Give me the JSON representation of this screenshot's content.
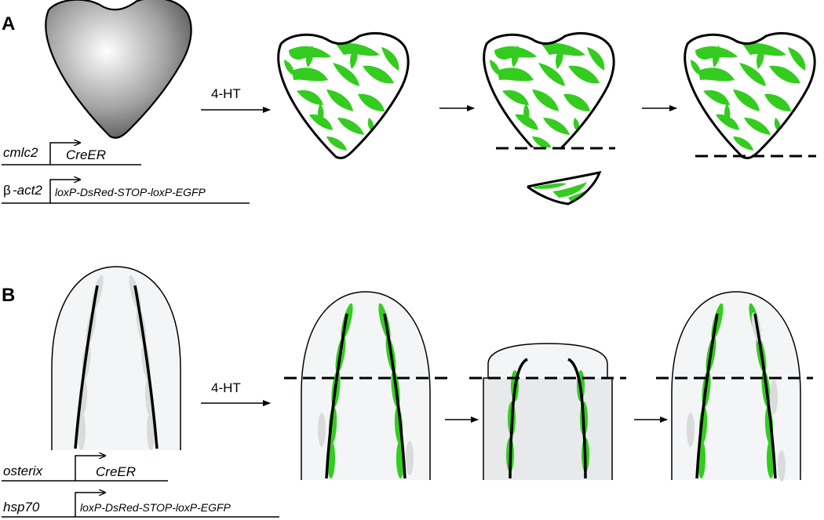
{
  "panels": {
    "a": {
      "label": "A",
      "treatment": "4-HT",
      "promoter1": "cmlc2",
      "gene1": "CreER",
      "promoter2_symbol": "β",
      "promoter2_rest": "-act2",
      "gene2": "loxP-DsRed-STOP-loxP-EGFP"
    },
    "b": {
      "label": "B",
      "treatment": "4-HT",
      "promoter1": "osterix",
      "gene1": "CreER",
      "promoter2": "hsp70",
      "gene2": "loxP-DsRed-STOP-loxP-EGFP"
    }
  },
  "colors": {
    "label_green": "#33cc1f",
    "fin_fill": "#f4f5f6",
    "osteoblast_gray": "#dadcdc"
  }
}
